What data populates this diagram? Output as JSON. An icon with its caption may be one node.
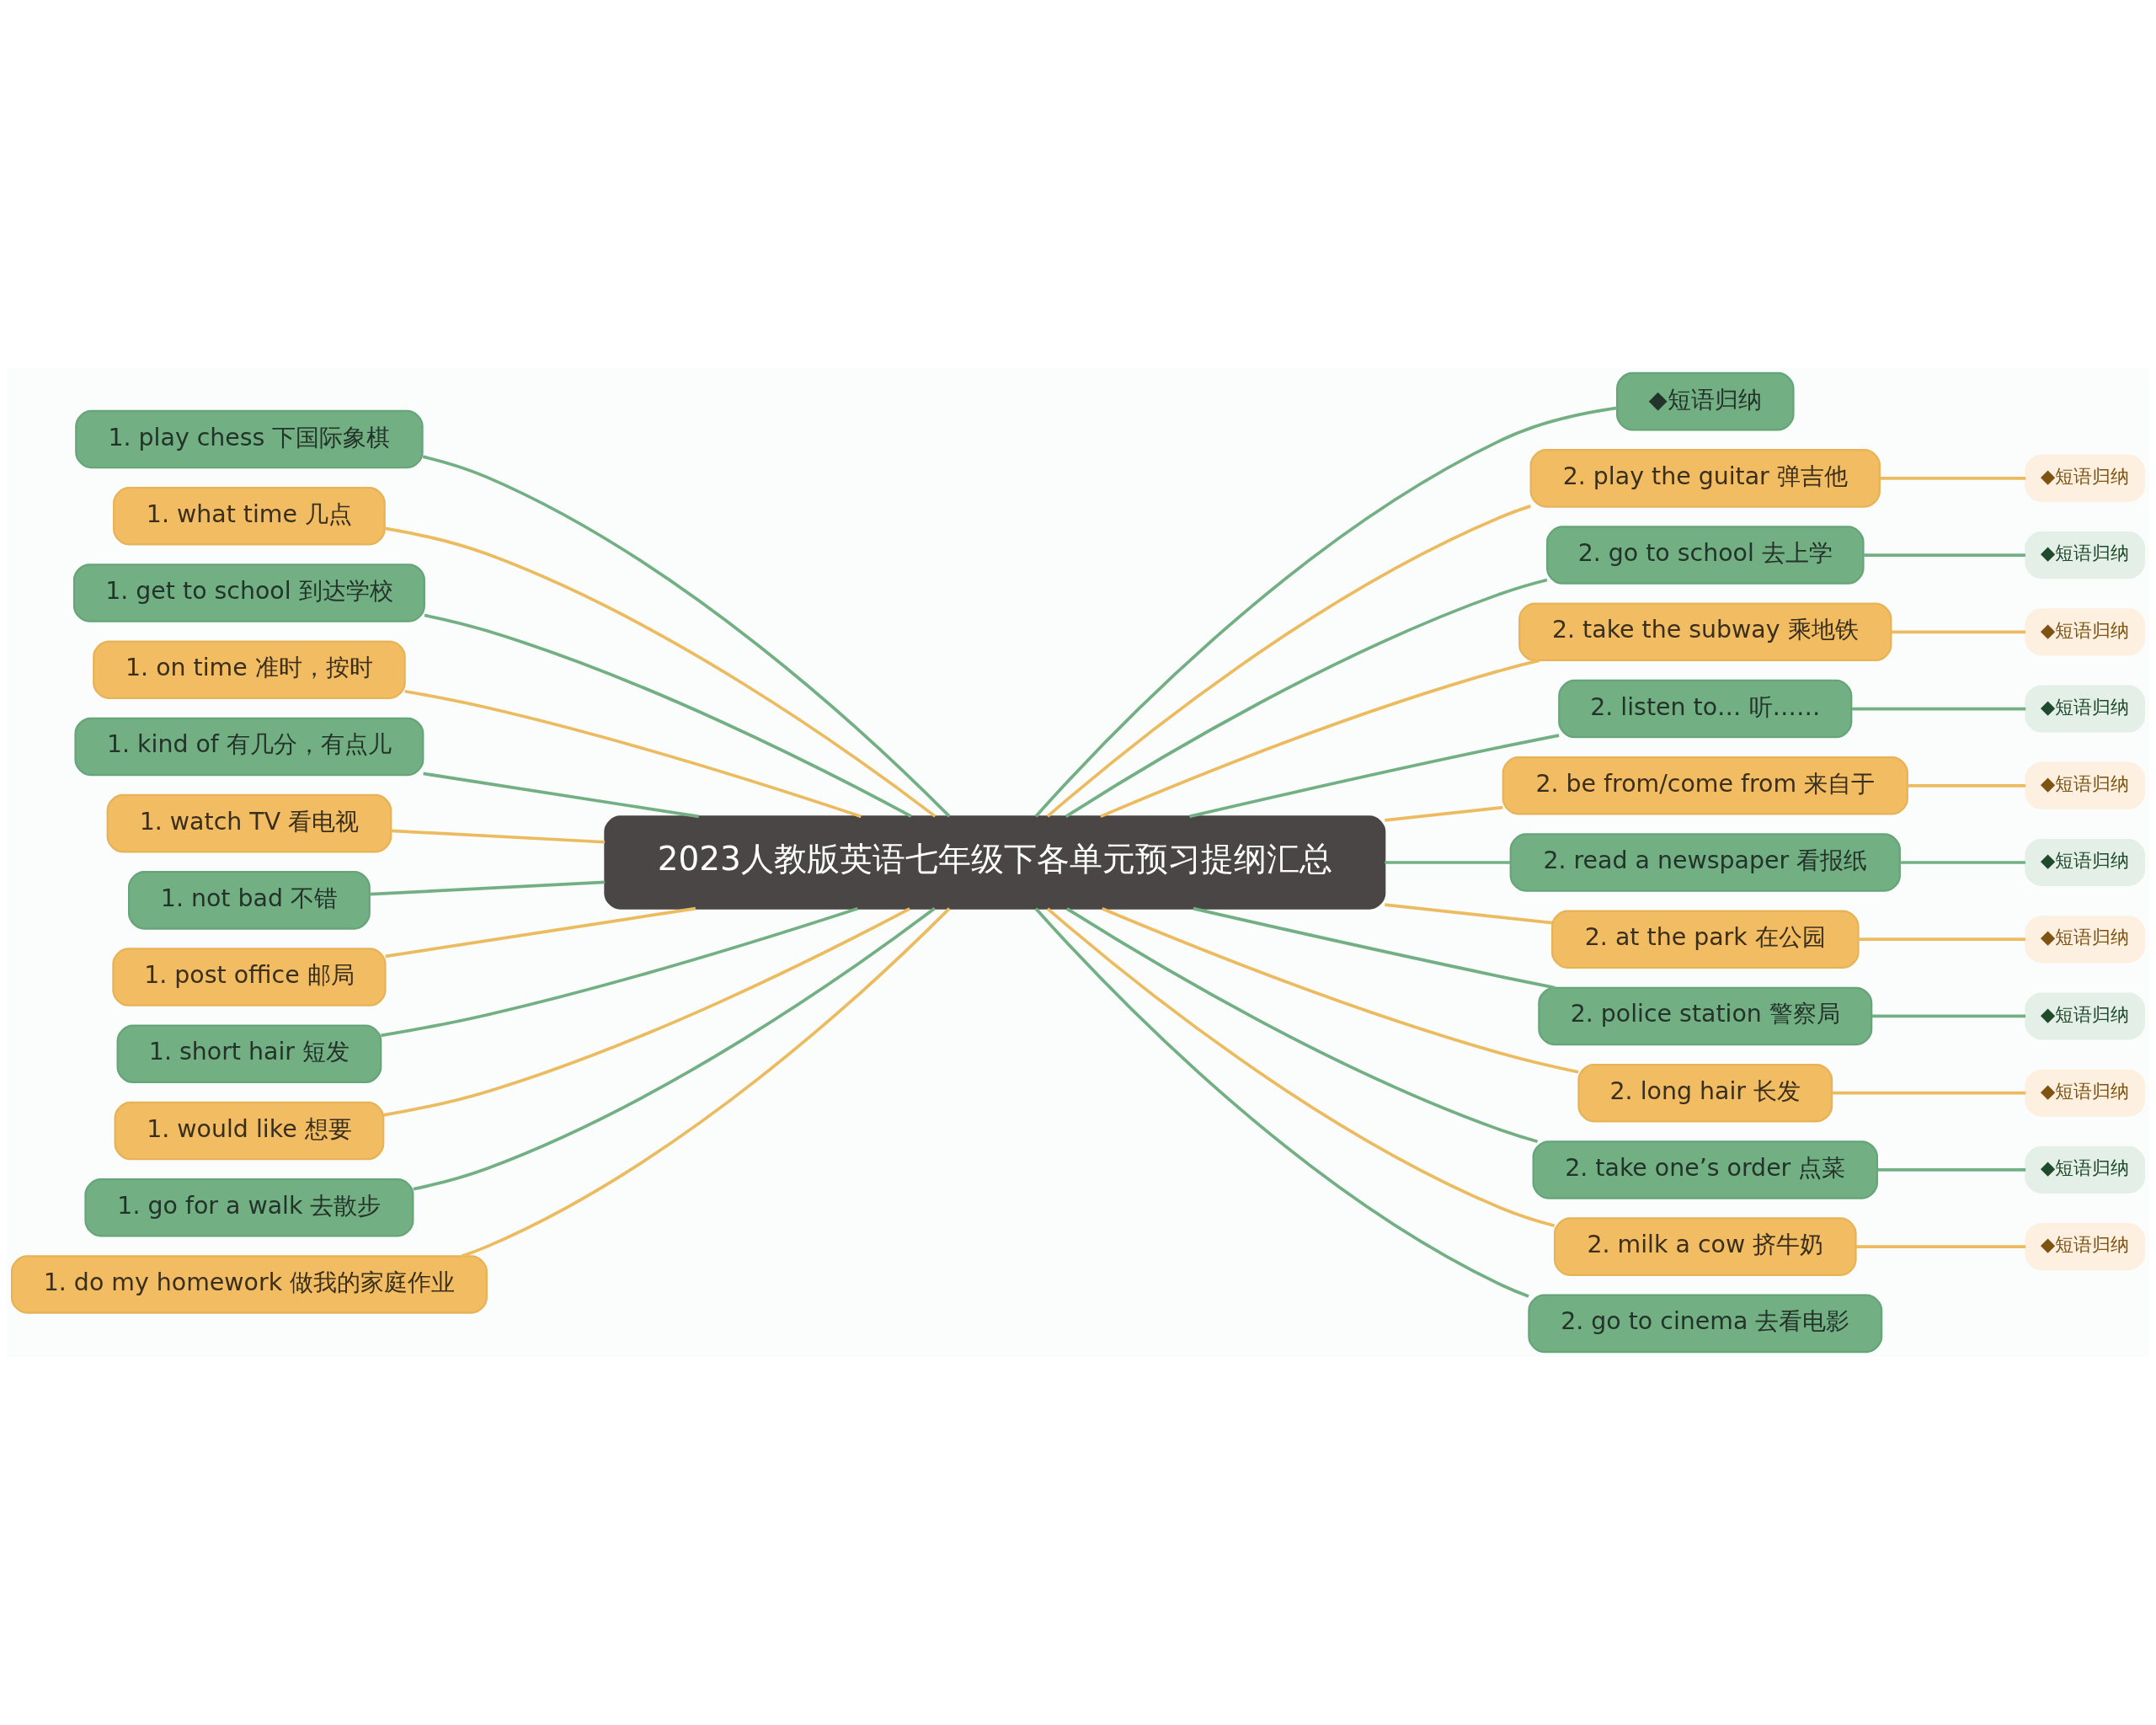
{
  "diagram": {
    "nodes": [
      {
        "text": [
          "2023人教版英语七年级下各单元预习提纲汇总"
        ]
      },
      {
        "text": [
          "1. play chess 下国际象棋"
        ]
      },
      {
        "text": [
          "1. what time 几点"
        ]
      },
      {
        "text": [
          "1. get to school 到达学校"
        ]
      },
      {
        "text": [
          "1. on time 准时，按时"
        ]
      },
      {
        "text": [
          "1. kind of 有几分，有点儿"
        ]
      },
      {
        "text": [
          "1. watch TV 看电视"
        ]
      },
      {
        "text": [
          "1. not bad 不错"
        ]
      },
      {
        "text": [
          "1. post office 邮局"
        ]
      },
      {
        "text": [
          "1. short hair 短发"
        ]
      },
      {
        "text": [
          "1. would like 想要"
        ]
      },
      {
        "text": [
          "1. go for a walk 去散步"
        ]
      },
      {
        "text": [
          "1. do my homework 做我的家庭作业"
        ]
      },
      {
        "text": [
          "◆短语归纳"
        ]
      },
      {
        "text": [
          "2. play the guitar 弹吉他"
        ]
      },
      {
        "text": [
          "◆短语归纳"
        ]
      },
      {
        "text": [
          "2. go to school 去上学"
        ]
      },
      {
        "text": [
          "◆短语归纳"
        ]
      },
      {
        "text": [
          "2. take the subway 乘地铁"
        ]
      },
      {
        "text": [
          "◆短语归纳"
        ]
      },
      {
        "text": [
          "2. listen to… 听……"
        ]
      },
      {
        "text": [
          "◆短语归纳"
        ]
      },
      {
        "text": [
          "2. be from/come from 来自于"
        ]
      },
      {
        "text": [
          "◆短语归纳"
        ]
      },
      {
        "text": [
          "2. read a newspaper 看报纸"
        ]
      },
      {
        "text": [
          "◆短语归纳"
        ]
      },
      {
        "text": [
          "2. at the park 在公园"
        ]
      },
      {
        "text": [
          "◆短语归纳"
        ]
      },
      {
        "text": [
          "2. police station 警察局"
        ]
      },
      {
        "text": [
          "◆短语归纳"
        ]
      },
      {
        "text": [
          "2. long hair 长发"
        ]
      },
      {
        "text": [
          "◆短语归纳"
        ]
      },
      {
        "text": [
          "2. take one’s order 点菜"
        ]
      },
      {
        "text": [
          "◆短语归纳"
        ]
      },
      {
        "text": [
          "2. milk a cow 挤牛奶"
        ]
      },
      {
        "text": [
          "◆短语归纳"
        ]
      },
      {
        "text": [
          "2. go to cinema 去看电影"
        ]
      }
    ],
    "edges": [
      {
        "from": 1,
        "to": 0,
        "arrow": "none",
        "color": "#72b084"
      },
      {
        "from": 2,
        "to": 0,
        "arrow": "none",
        "color": "#ecbb5f"
      },
      {
        "from": 3,
        "to": 0,
        "arrow": "none",
        "color": "#72b084"
      },
      {
        "from": 4,
        "to": 0,
        "arrow": "none",
        "color": "#ecbb5f"
      },
      {
        "from": 5,
        "to": 0,
        "arrow": "none",
        "color": "#72b084"
      },
      {
        "from": 6,
        "to": 0,
        "arrow": "none",
        "color": "#ecbb5f"
      },
      {
        "from": 7,
        "to": 0,
        "arrow": "none",
        "color": "#72b084"
      },
      {
        "from": 8,
        "to": 0,
        "arrow": "none",
        "color": "#ecbb5f"
      },
      {
        "from": 9,
        "to": 0,
        "arrow": "none",
        "color": "#72b084"
      },
      {
        "from": 10,
        "to": 0,
        "arrow": "none",
        "color": "#ecbb5f"
      },
      {
        "from": 11,
        "to": 0,
        "arrow": "none",
        "color": "#72b084"
      },
      {
        "from": 12,
        "to": 0,
        "arrow": "none",
        "color": "#ecbb5f"
      },
      {
        "from": 0,
        "to": 13,
        "arrow": "none",
        "color": "#72b084"
      },
      {
        "from": 0,
        "to": 14,
        "arrow": "none",
        "color": "#ecbb5f"
      },
      {
        "from": 14,
        "to": 15,
        "arrow": "none",
        "color": "#ecbb5f"
      },
      {
        "from": 0,
        "to": 16,
        "arrow": "none",
        "color": "#72b084"
      },
      {
        "from": 16,
        "to": 17,
        "arrow": "none",
        "color": "#72b084"
      },
      {
        "from": 0,
        "to": 18,
        "arrow": "none",
        "color": "#ecbb5f"
      },
      {
        "from": 18,
        "to": 19,
        "arrow": "none",
        "color": "#ecbb5f"
      },
      {
        "from": 0,
        "to": 20,
        "arrow": "none",
        "color": "#72b084"
      },
      {
        "from": 20,
        "to": 21,
        "arrow": "none",
        "color": "#72b084"
      },
      {
        "from": 0,
        "to": 22,
        "arrow": "none",
        "color": "#ecbb5f"
      },
      {
        "from": 22,
        "to": 23,
        "arrow": "none",
        "color": "#ecbb5f"
      },
      {
        "from": 0,
        "to": 24,
        "arrow": "none",
        "color": "#72b084"
      },
      {
        "from": 24,
        "to": 25,
        "arrow": "none",
        "color": "#72b084"
      },
      {
        "from": 0,
        "to": 26,
        "arrow": "none",
        "color": "#ecbb5f"
      },
      {
        "from": 26,
        "to": 27,
        "arrow": "none",
        "color": "#ecbb5f"
      },
      {
        "from": 0,
        "to": 28,
        "arrow": "none",
        "color": "#72b084"
      },
      {
        "from": 28,
        "to": 29,
        "arrow": "none",
        "color": "#72b084"
      },
      {
        "from": 0,
        "to": 30,
        "arrow": "none",
        "color": "#ecbb5f"
      },
      {
        "from": 30,
        "to": 31,
        "arrow": "none",
        "color": "#ecbb5f"
      },
      {
        "from": 0,
        "to": 32,
        "arrow": "none",
        "color": "#72b084"
      },
      {
        "from": 32,
        "to": 33,
        "arrow": "none",
        "color": "#72b084"
      },
      {
        "from": 0,
        "to": 34,
        "arrow": "none",
        "color": "#ecbb5f"
      },
      {
        "from": 34,
        "to": 35,
        "arrow": "none",
        "color": "#ecbb5f"
      },
      {
        "from": 0,
        "to": 36,
        "arrow": "none",
        "color": "#72b084"
      }
    ]
  }
}
